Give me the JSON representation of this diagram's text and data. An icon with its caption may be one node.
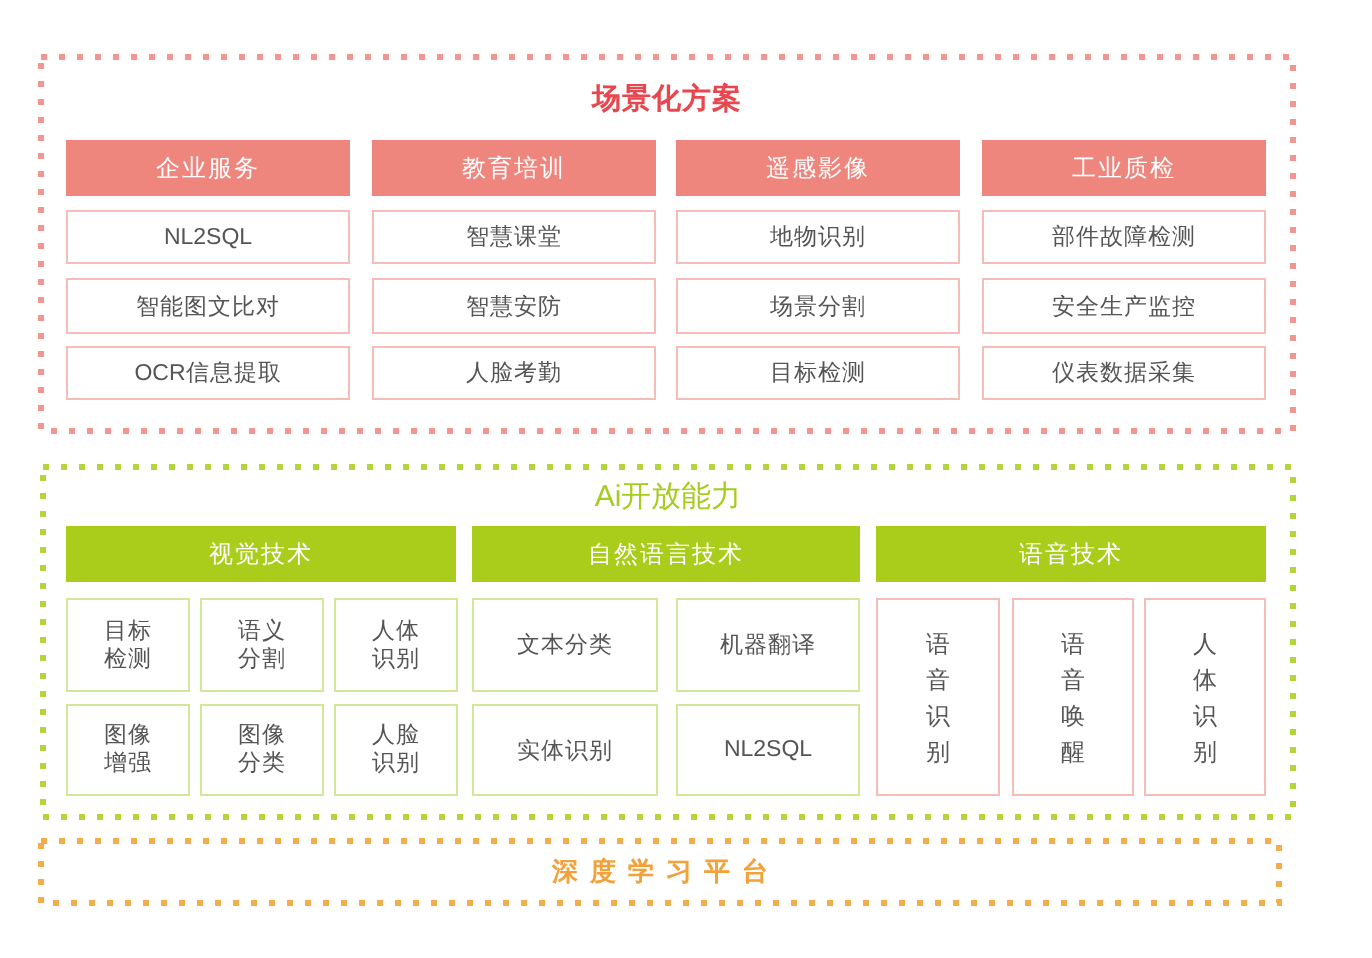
{
  "diagram": {
    "nodes": [
      {
        "text": [
          "场景化方案"
        ]
      },
      {
        "text": [
          "企业服务"
        ],
        "in": 0
      },
      {
        "text": [
          "教育培训"
        ],
        "in": 0
      },
      {
        "text": [
          "遥感影像"
        ],
        "in": 0
      },
      {
        "text": [
          "工业质检"
        ],
        "in": 0
      },
      {
        "text": [
          "NL2SQL"
        ],
        "in": 0
      },
      {
        "text": [
          "智慧课堂"
        ],
        "in": 0
      },
      {
        "text": [
          "地物识别"
        ],
        "in": 0
      },
      {
        "text": [
          "部件故障检测"
        ],
        "in": 0
      },
      {
        "text": [
          "智能图文比对"
        ],
        "in": 0
      },
      {
        "text": [
          "智慧安防"
        ],
        "in": 0
      },
      {
        "text": [
          "场景分割"
        ],
        "in": 0
      },
      {
        "text": [
          "安全生产监控"
        ],
        "in": 0
      },
      {
        "text": [
          "OCR信息提取"
        ],
        "in": 0
      },
      {
        "text": [
          "人脸考勤"
        ],
        "in": 0
      },
      {
        "text": [
          "目标检测"
        ],
        "in": 0
      },
      {
        "text": [
          "仪表数据采集"
        ],
        "in": 0
      },
      {
        "text": [
          "Ai开放能力"
        ]
      },
      {
        "text": [
          "视觉技术"
        ],
        "in": 17
      },
      {
        "text": [
          "自然语言技术"
        ],
        "in": 17
      },
      {
        "text": [
          "语音技术"
        ],
        "in": 17
      },
      {
        "text": [
          "目标检测"
        ],
        "in": 17
      },
      {
        "text": [
          "语义分割"
        ],
        "in": 17
      },
      {
        "text": [
          "人体识别"
        ],
        "in": 17
      },
      {
        "text": [
          "文本分类"
        ],
        "in": 17
      },
      {
        "text": [
          "机器翻译"
        ],
        "in": 17
      },
      {
        "text": [
          "语音识别"
        ],
        "in": 17
      },
      {
        "text": [
          "语音唤醒"
        ],
        "in": 17
      },
      {
        "text": [
          "人体识别"
        ],
        "in": 17
      },
      {
        "text": [
          "图像增强"
        ],
        "in": 17
      },
      {
        "text": [
          "图像分类"
        ],
        "in": 17
      },
      {
        "text": [
          "人脸识别"
        ],
        "in": 17
      },
      {
        "text": [
          "实体识别"
        ],
        "in": 17
      },
      {
        "text": [
          "NL2SQL"
        ],
        "in": 17
      },
      {
        "text": [
          "深度学习平台"
        ]
      }
    ]
  }
}
